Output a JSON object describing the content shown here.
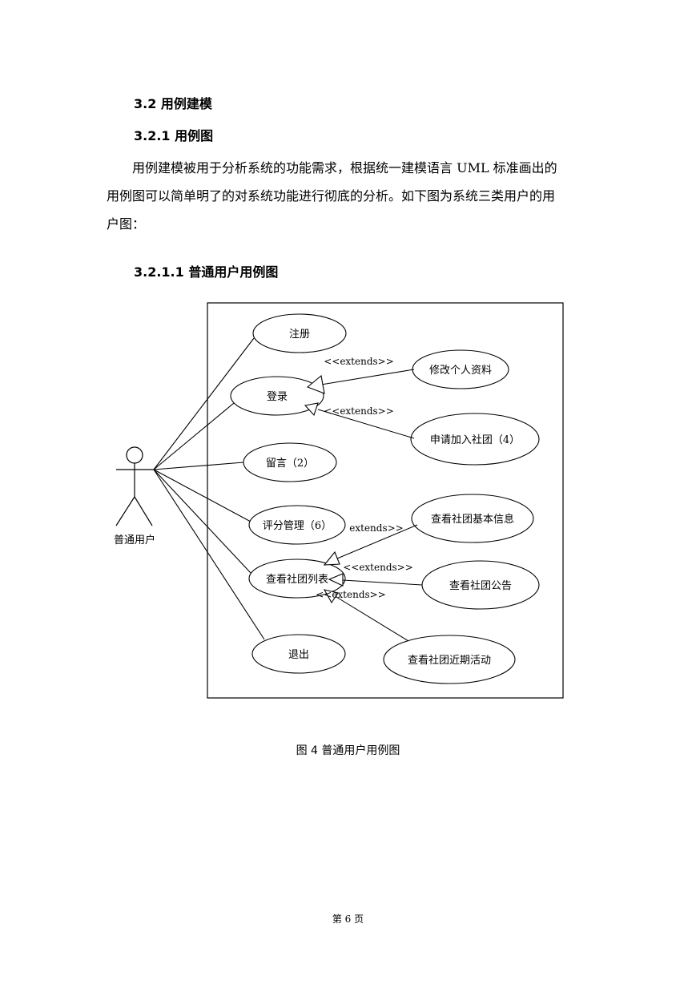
{
  "headings": {
    "h1": "3.2 用例建模",
    "h2": "3.2.1 用例图",
    "h3": "3.2.1.1 普通用户用例图"
  },
  "paragraph": {
    "line1": "用例建模被用于分析系统的功能需求，根据统一建模语言 UML 标准画出的",
    "line2": "用例图可以简单明了的对系统功能进行彻底的分析。如下图为系统三类用户的用",
    "line3": "户图："
  },
  "diagram": {
    "actor": "普通用户",
    "use_cases": {
      "register": "注册",
      "login": "登录",
      "message": "留言（2）",
      "rating": "评分管理（6）",
      "club_list": "查看社团列表",
      "logout": "退出",
      "edit_profile": "修改个人资料",
      "join_club": "申请加入社团（4）",
      "club_info": "查看社团基本信息",
      "club_notice": "查看社团公告",
      "club_events": "查看社团近期活动"
    },
    "extends_labels": {
      "e1": "<<extends>>",
      "e2": "<<extends>>",
      "e3": "extends>>",
      "e4": "<<extends>>",
      "e5": "<<extends>>"
    }
  },
  "caption": "图 4   普通用户用例图",
  "footer": "第  6  页"
}
